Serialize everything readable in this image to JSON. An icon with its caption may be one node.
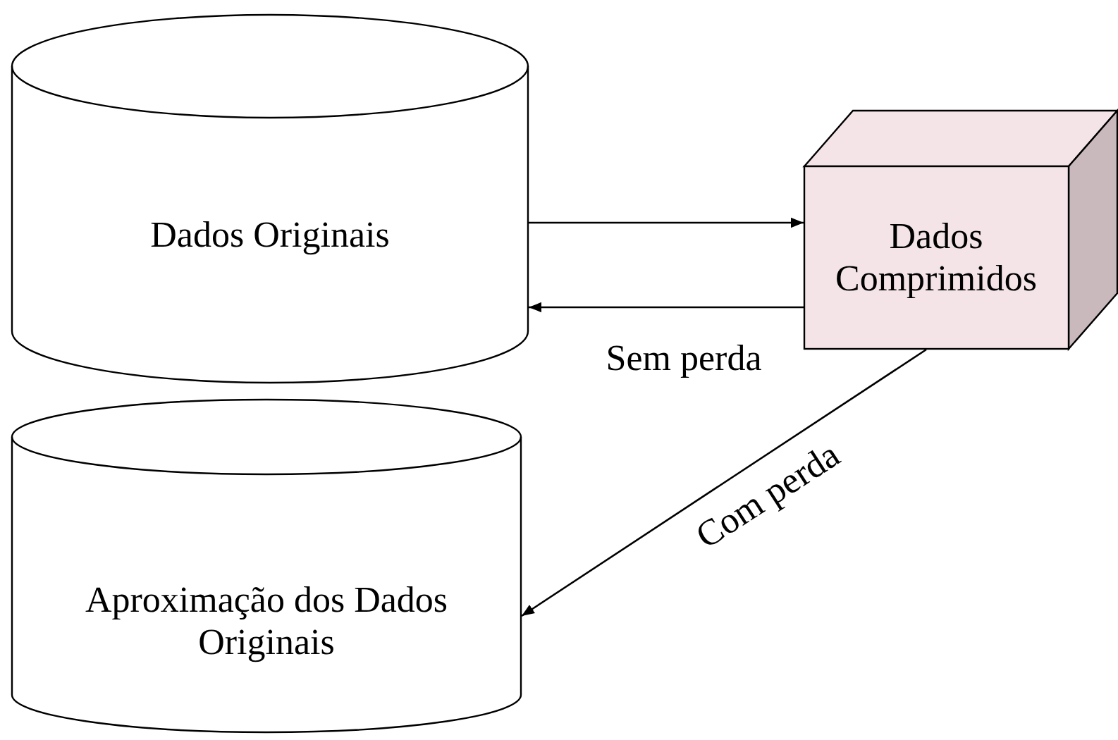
{
  "diagram": {
    "nodes": [
      {
        "text": [
          "Dados Originais"
        ]
      },
      {
        "text": [
          "Dados Comprimidos"
        ]
      },
      {
        "text": [
          "Aproximação dos Dados Originais"
        ]
      }
    ],
    "edges": [
      {
        "from": 0,
        "to": 1,
        "arrow": "to"
      },
      {
        "from": 1,
        "to": 0,
        "arrow": "to",
        "label": "Sem perda"
      },
      {
        "from": 1,
        "to": 2,
        "arrow": "to",
        "label": "Com perda"
      }
    ]
  }
}
